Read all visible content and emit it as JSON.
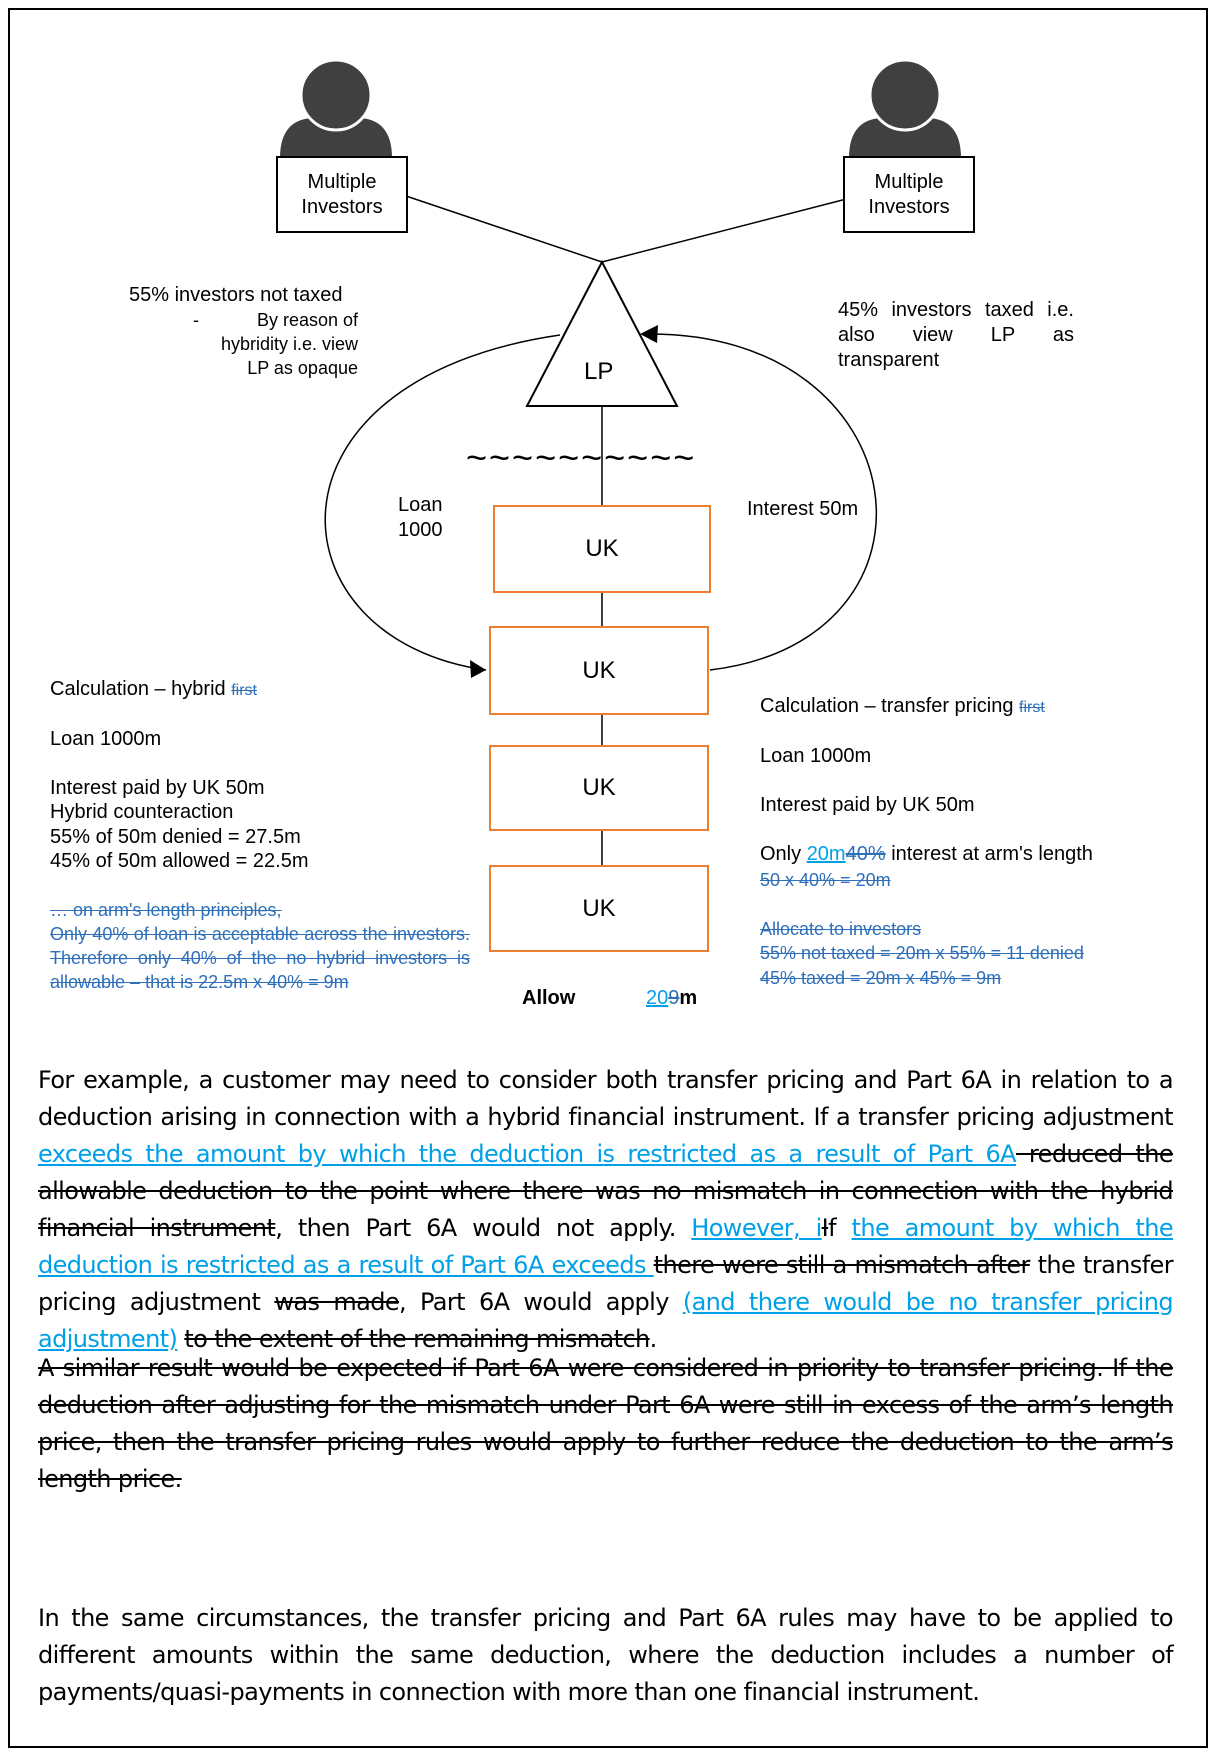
{
  "diagram": {
    "investor_left": "Multiple Investors",
    "investor_right": "Multiple Investors",
    "left_note": "55% investors not taxed",
    "left_note_bullet": "-",
    "left_note_sub": "By reason of hybridity i.e. view LP as opaque",
    "right_note": "45% investors taxed i.e. also view LP as transparent",
    "lp": "LP",
    "wavy": "~~~~~~~~~~",
    "loan": "Loan 1000",
    "interest": "Interest 50m",
    "uk1": "UK",
    "uk2": "UK",
    "uk3": "UK",
    "uk4": "UK"
  },
  "calc_left": {
    "title": "Calculation – hybrid",
    "title_del": "first",
    "loan": "Loan 1000m",
    "interest": "Interest paid by UK 50m",
    "counteraction": "Hybrid counteraction",
    "denied": "55% of 50m denied = 27.5m",
    "allowed": "45% of 50m allowed = 22.5m",
    "del1": "… on arm's length principles,",
    "del2": "Only 40% of loan is acceptable across the investors. Therefore only 40% of the no hybrid investors is allowable – that is 22.5m x 40% = 9m"
  },
  "calc_right": {
    "title": "Calculation – transfer pricing",
    "title_del": "first",
    "loan": "Loan 1000m",
    "interest": "Interest paid by UK 50m",
    "only": "Only",
    "only_ins": "20m",
    "only_del": "40%",
    "only_rest": "interest at arm's length",
    "del_calc": "50 x 40% = 20m",
    "del_alloc": "Allocate to investors",
    "del_nottaxed": "55% not taxed = 20m x 55% = 11 denied",
    "del_taxed": "45% taxed = 20m x 45% = 9m"
  },
  "allow": {
    "label": "Allow",
    "ins": "20",
    "del": "9",
    "unit": "m"
  },
  "para1": {
    "a": "For example, a customer may need to consider both transfer pricing and Part 6A in relation to a deduction arising in connection with a hybrid financial instrument. If a transfer pricing adjustment ",
    "ins1": "exceeds the amount by which the deduction is restricted as a result of Part 6A",
    "del1": " reduced the allowable deduction to the point where there was no mismatch in connection with the hybrid financial instrument",
    "b": ", then Part 6A would not apply. ",
    "ins2": "However, i",
    "del2": "I",
    "c": "f ",
    "ins3": "the amount by which the deduction is restricted as a result of Part 6A exceeds ",
    "del3": "there were still a mismatch after",
    "d": " the transfer pricing adjustment ",
    "del4": "was made",
    "e": ", Part 6A would apply ",
    "ins4": "(and there would be no transfer pricing adjustment)",
    "f": " ",
    "del5": "to the extent of the remaining mismatch",
    "g": "."
  },
  "para2": "A similar result would be expected if Part 6A were considered in priority to transfer pricing. If the deduction after adjusting for the mismatch under Part 6A were still in excess of the arm’s length price, then the transfer pricing rules would apply to further reduce the deduction to the arm’s length price.",
  "para3": "In the same circumstances, the transfer pricing and Part 6A rules may have to be applied to different amounts within the same deduction, where the deduction includes a number of payments/quasi-payments in connection with more than one financial instrument."
}
